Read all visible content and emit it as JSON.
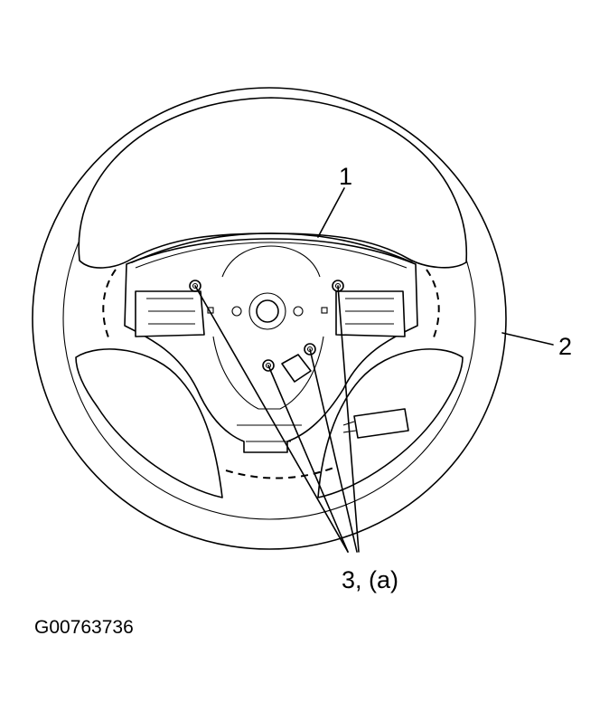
{
  "labels": {
    "part_1": "1",
    "part_2": "2",
    "part_3": "3, (a)"
  },
  "figure_code": "G00763736",
  "colors": {
    "ink": "#000000",
    "paper": "#ffffff"
  }
}
